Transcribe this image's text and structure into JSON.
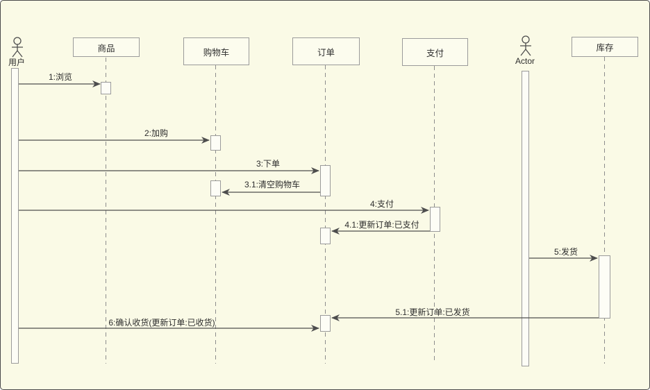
{
  "diagram_type": "uml-sequence-diagram",
  "lifelines": [
    {
      "label": "用户",
      "type": "actor"
    },
    {
      "label": "商品",
      "type": "object"
    },
    {
      "label": "购物车",
      "type": "object"
    },
    {
      "label": "订单",
      "type": "object"
    },
    {
      "label": "支付",
      "type": "object"
    },
    {
      "label": "Actor",
      "type": "actor"
    },
    {
      "label": "库存",
      "type": "object"
    }
  ],
  "messages": [
    {
      "label": "1:浏览",
      "from": "用户",
      "to": "商品"
    },
    {
      "label": "2:加购",
      "from": "用户",
      "to": "购物车"
    },
    {
      "label": "3:下单",
      "from": "用户",
      "to": "订单"
    },
    {
      "label": "3.1:清空购物车",
      "from": "订单",
      "to": "购物车"
    },
    {
      "label": "4:支付",
      "from": "用户",
      "to": "支付"
    },
    {
      "label": "4.1:更新订单:已支付",
      "from": "支付",
      "to": "订单"
    },
    {
      "label": "5:发货",
      "from": "Actor",
      "to": "库存"
    },
    {
      "label": "5.1:更新订单:已发货",
      "from": "库存",
      "to": "订单"
    },
    {
      "label": "6:确认收货(更新订单:已收货)",
      "from": "用户",
      "to": "订单"
    }
  ],
  "colors": {
    "background": "#fafae6",
    "canvas_border": "#4a4a4a",
    "shape_border": "#9a9a9a",
    "shape_fill": "#fcfcee",
    "activation_fill": "#fdfdf6",
    "line": "#4d4d4d",
    "lifeline": "#8c8c8c",
    "text": "#2d2d2d"
  }
}
